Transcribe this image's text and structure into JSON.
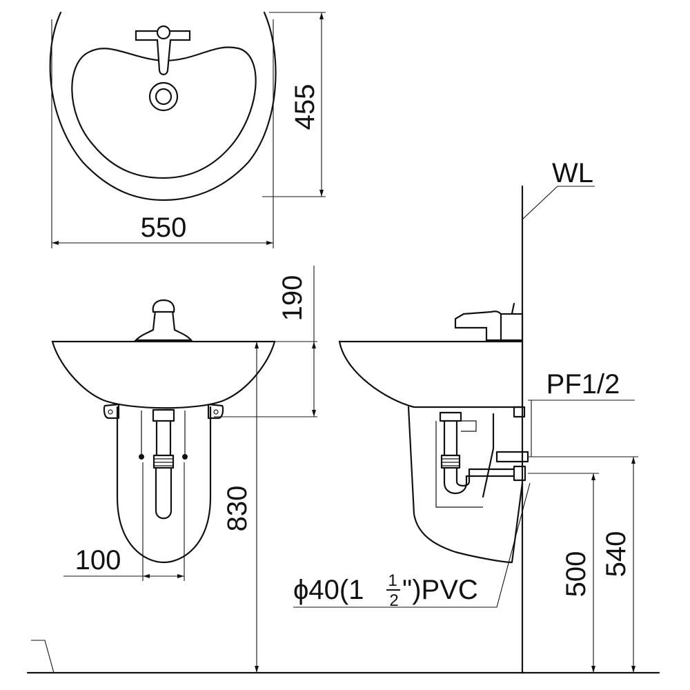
{
  "top_view": {
    "width_dim": "550",
    "depth_dim": "455"
  },
  "front_view": {
    "faucet_height_dim": "190",
    "basin_height_dim": "830",
    "trap_offset_dim": "100"
  },
  "side_view": {
    "wall_label": "WL",
    "supply_label": "PF1/2",
    "drain_label_prefix": "ϕ40(1",
    "drain_frac_num": "1",
    "drain_frac_den": "2",
    "drain_label_suffix": "\")PVC",
    "drain_height_dim": "500",
    "supply_height_dim": "540"
  },
  "colors": {
    "line": "#111111",
    "background": "#ffffff"
  }
}
